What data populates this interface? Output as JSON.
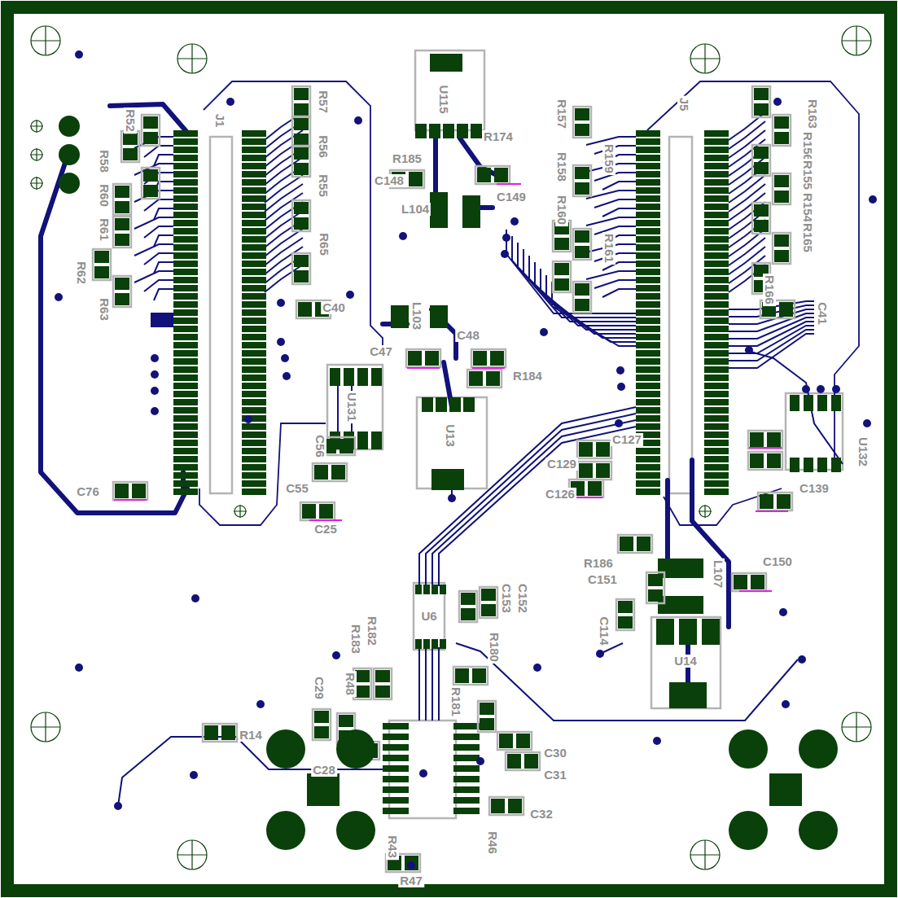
{
  "diagram": {
    "labels": [
      "R52",
      "R58",
      "R60",
      "R61",
      "R62",
      "R63",
      "C76",
      "J1",
      "R57",
      "R56",
      "R55",
      "R65",
      "C40",
      "L103",
      "C48",
      "C47",
      "R184",
      "U131",
      "U13",
      "C56",
      "C55",
      "C25",
      "U115",
      "R174",
      "R185",
      "C148",
      "L104",
      "C149",
      "R157",
      "R158",
      "R159",
      "R160",
      "R161",
      "J5",
      "R163",
      "R156",
      "R155",
      "R154",
      "R165",
      "R166",
      "C41",
      "C129",
      "C127",
      "C126",
      "C139",
      "U132",
      "R186",
      "C151",
      "C114",
      "L107",
      "C150",
      "U14",
      "U6",
      "C153",
      "C152",
      "R183",
      "R182",
      "R48",
      "C29",
      "R180",
      "R181",
      "C30",
      "C31",
      "C32",
      "R46",
      "R47",
      "R43",
      "R14",
      "C28"
    ]
  }
}
